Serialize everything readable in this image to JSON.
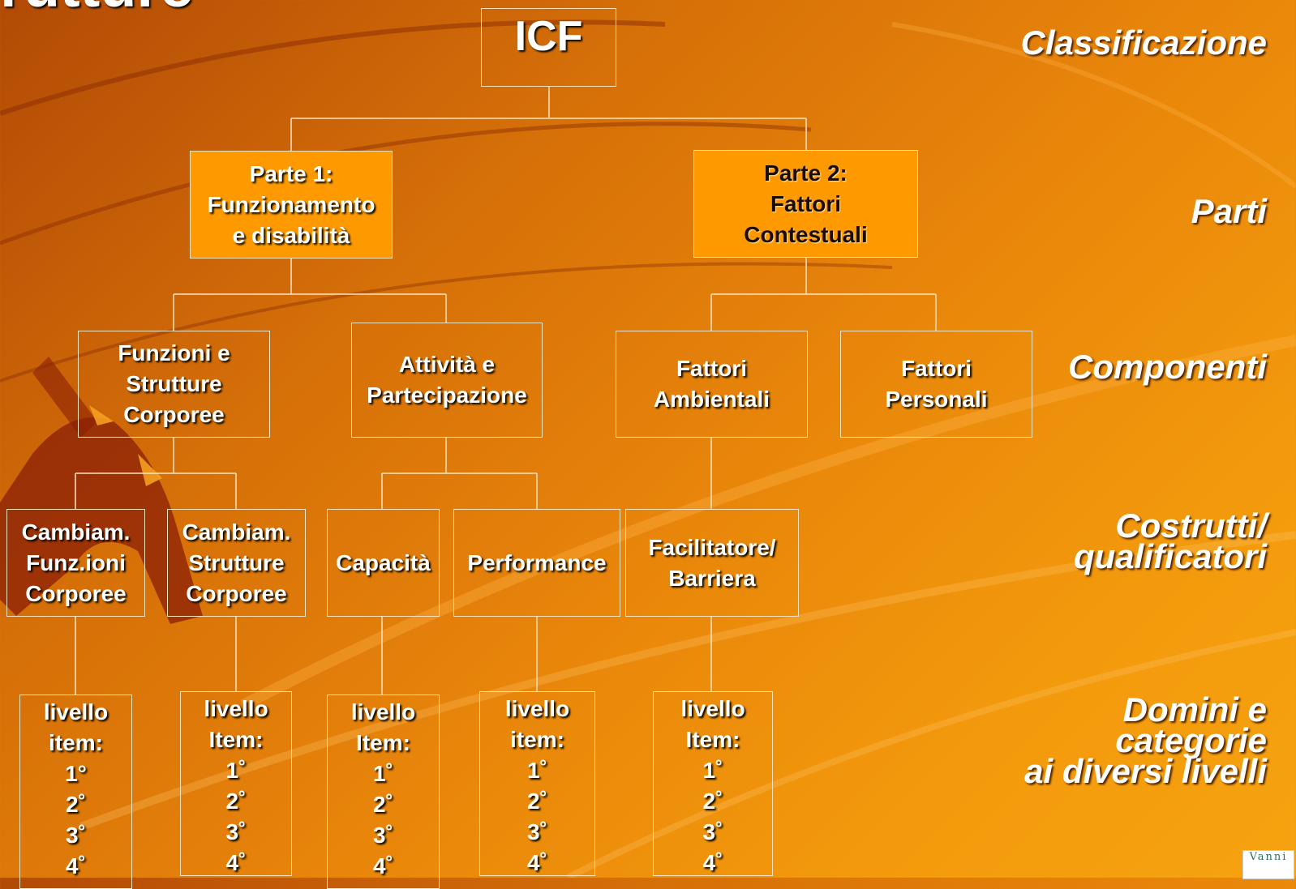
{
  "slide": {
    "title_fragment": "rutture"
  },
  "diagram": {
    "root": {
      "label": "ICF"
    },
    "parts": [
      {
        "lines": [
          "Parte 1:",
          "Funzionamento",
          "e disabilità"
        ]
      },
      {
        "lines": [
          "Parte 2:",
          "Fattori",
          "Contestuali"
        ]
      }
    ],
    "components": [
      {
        "lines": [
          "Funzioni e",
          "Strutture",
          "Corporee"
        ]
      },
      {
        "lines": [
          "Attività e",
          "Partecipazione"
        ]
      },
      {
        "lines": [
          "Fattori",
          "Ambientali"
        ]
      },
      {
        "lines": [
          "Fattori",
          "Personali"
        ]
      }
    ],
    "constructs": [
      {
        "lines": [
          "Cambiam.",
          "Funz.ioni",
          "Corporee"
        ]
      },
      {
        "lines": [
          "Cambiam.",
          "Strutture",
          "Corporee"
        ]
      },
      {
        "lines": [
          "Capacità"
        ]
      },
      {
        "lines": [
          "Performance"
        ]
      },
      {
        "lines": [
          "Facilitatore/",
          "Barriera"
        ]
      }
    ],
    "levels": [
      {
        "lines": [
          "livello",
          "item:",
          "1°",
          "2˚",
          "3˚",
          "4˚"
        ]
      },
      {
        "lines": [
          "livello",
          "Item:",
          "1˚",
          "2˚",
          "3˚",
          "4˚"
        ]
      },
      {
        "lines": [
          "livello",
          "Item:",
          "1˚",
          "2˚",
          "3˚",
          "4˚"
        ]
      },
      {
        "lines": [
          "livello",
          "item:",
          "1˚",
          "2˚",
          "3˚",
          "4˚"
        ]
      },
      {
        "lines": [
          "livello",
          "Item:",
          "1˚",
          "2˚",
          "3˚",
          "4˚"
        ]
      }
    ]
  },
  "side_labels": [
    {
      "lines": [
        "Classificazione"
      ]
    },
    {
      "lines": [
        "Parti"
      ]
    },
    {
      "lines": [
        "Componenti"
      ]
    },
    {
      "lines": [
        "Costrutti/",
        "qualificatori"
      ]
    },
    {
      "lines": [
        "Domini e",
        "categorie",
        "ai diversi livelli"
      ]
    }
  ],
  "logo": {
    "text": "Vanni"
  },
  "colors": {
    "box_fill": "#fe9a00",
    "box_border": "#fde3bd",
    "text": "#ffffff"
  }
}
